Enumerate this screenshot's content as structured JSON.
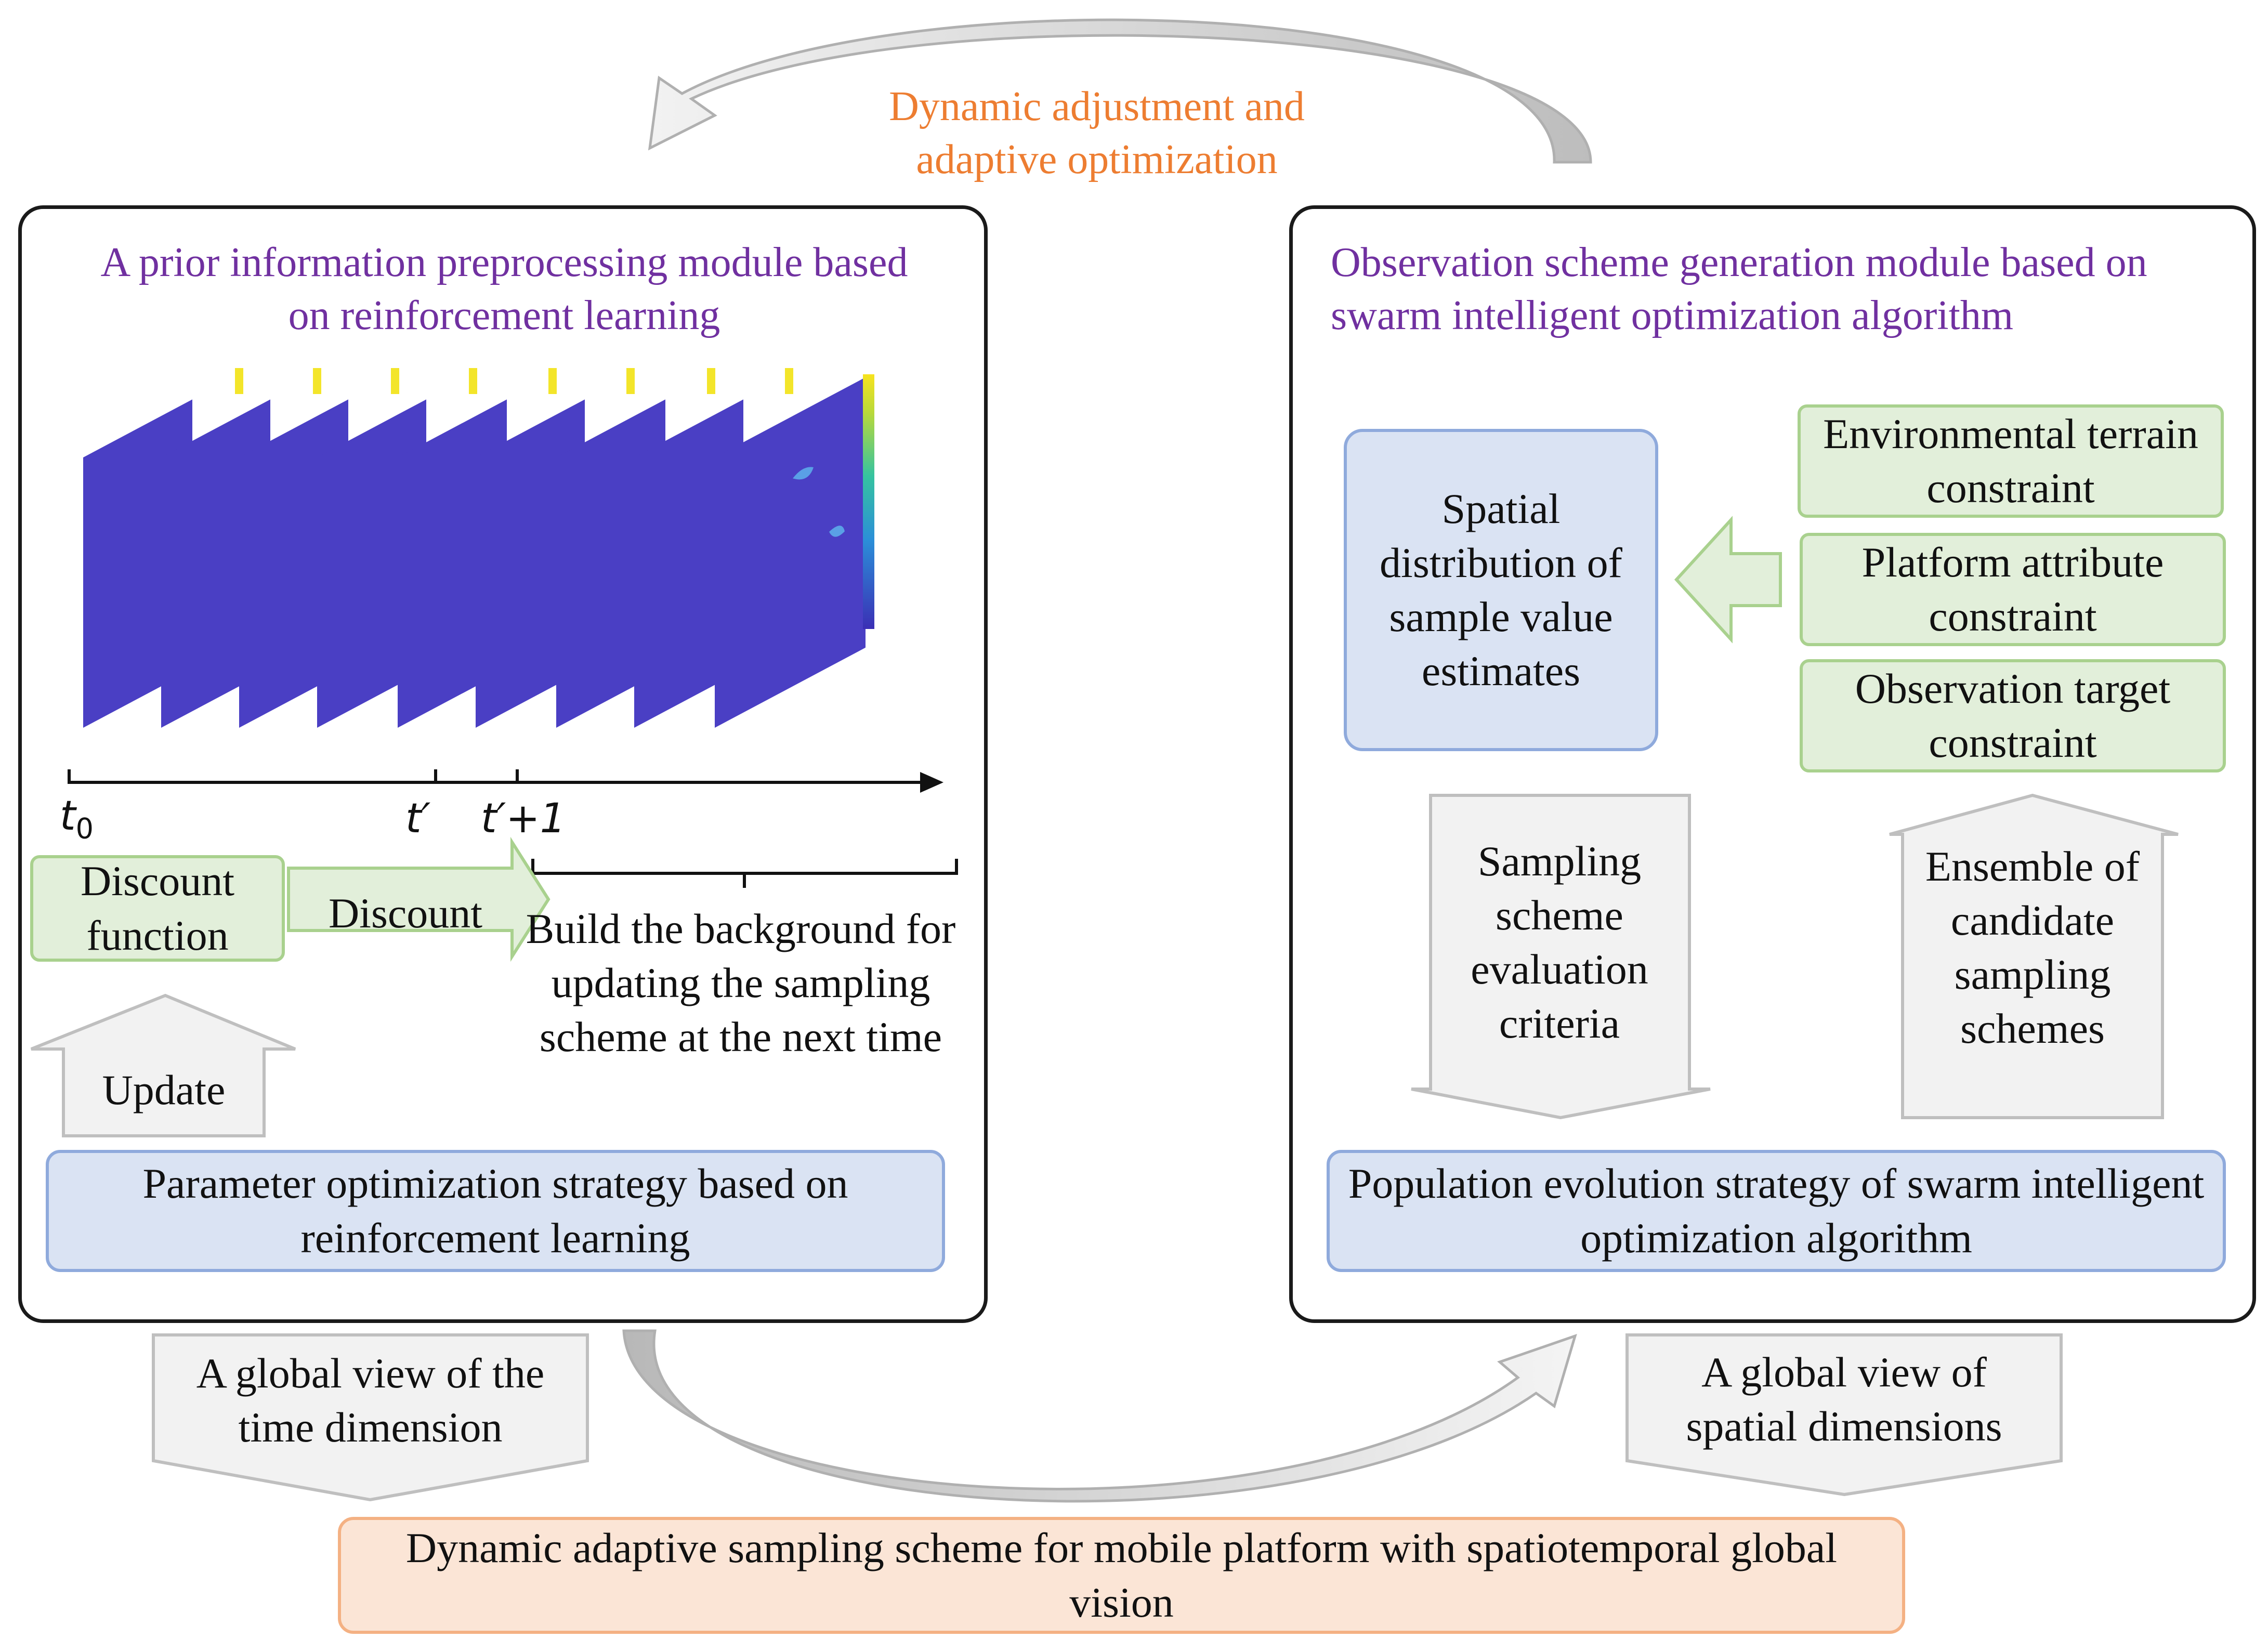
{
  "top_loop": {
    "label": "Dynamic adjustment and adaptive optimization",
    "color": "#ed7d31"
  },
  "left_module": {
    "title": "A prior information preprocessing module based on reinforcement learning",
    "timeline": {
      "t0": "t",
      "t0_sub": "0",
      "t_prime": "t′",
      "t_prime_plus": "t′+1"
    },
    "discount_function": "Discount function",
    "discount_arrow": "Discount",
    "build_background": "Build the background for updating the sampling scheme at the next time",
    "update_arrow": "Update",
    "parameter_strategy": "Parameter optimization strategy based on reinforcement learning"
  },
  "right_module": {
    "title": "Observation scheme generation module based on swarm intelligent optimization algorithm",
    "spatial_distribution": "Spatial distribution of sample value estimates",
    "constraints": [
      "Environmental terrain constraint",
      "Platform attribute constraint",
      "Observation target constraint"
    ],
    "evaluation_criteria": "Sampling scheme evaluation criteria",
    "ensemble": "Ensemble of candidate sampling schemes",
    "population_strategy": "Population evolution strategy of swarm intelligent optimization algorithm"
  },
  "time_view": "A global view of the time dimension",
  "spatial_view": "A global view of spatial dimensions",
  "final_scheme": "Dynamic adaptive sampling scheme for mobile platform with spatiotemporal global vision",
  "colors": {
    "purple_title": "#7030a0",
    "green_fill": "#e2efda",
    "blue_fill": "#dae3f3",
    "peach_fill": "#fbe5d6",
    "map_fill": "#4a3fc4"
  }
}
